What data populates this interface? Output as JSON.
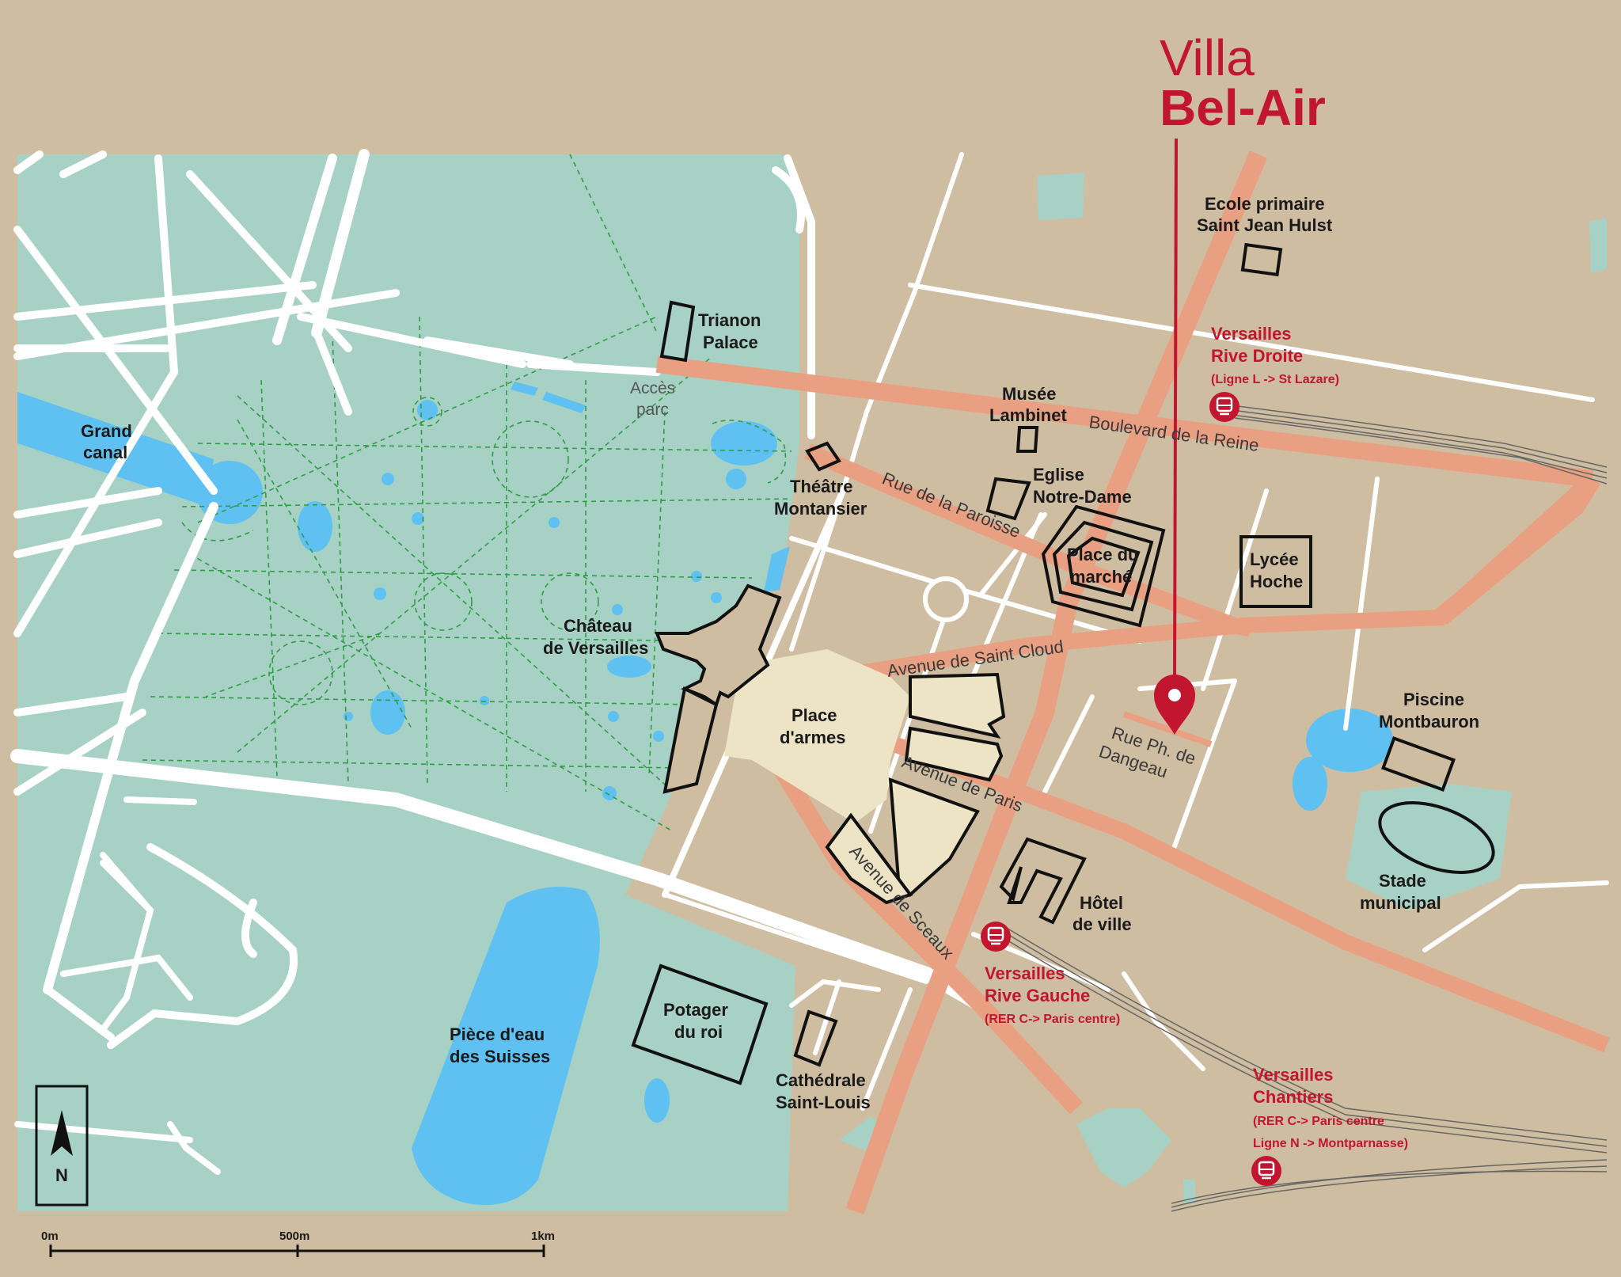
{
  "title": {
    "line1": "Villa",
    "line2": "Bel-Air"
  },
  "places": {
    "grand_canal": [
      "Grand",
      "canal"
    ],
    "trianon_palace": [
      "Trianon",
      "Palace"
    ],
    "acces_parc": [
      "Accès",
      "parc"
    ],
    "theatre_montansier": [
      "Théâtre",
      "Montansier"
    ],
    "musee_lambinet": [
      "Musée",
      "Lambinet"
    ],
    "eglise_notre_dame": [
      "Eglise",
      "Notre-Dame"
    ],
    "place_du_marche": [
      "Place du",
      "marché"
    ],
    "chateau": [
      "Château",
      "de Versailles"
    ],
    "place_darmes": [
      "Place",
      "d'armes"
    ],
    "ecole": [
      "Ecole primaire",
      "Saint Jean Hulst"
    ],
    "lycee_hoche": [
      "Lycée",
      "Hoche"
    ],
    "piscine": [
      "Piscine",
      "Montbauron"
    ],
    "stade": [
      "Stade",
      "municipal"
    ],
    "hotel_de_ville": [
      "Hôtel",
      "de ville"
    ],
    "potager": [
      "Potager",
      "du roi"
    ],
    "piece_eau": [
      "Pièce d'eau",
      "des Suisses"
    ],
    "cathedrale": [
      "Cathédrale",
      "Saint-Louis"
    ]
  },
  "streets": {
    "boulevard_reine": "Boulevard de la Reine",
    "rue_paroisse": "Rue de la Paroisse",
    "avenue_saint_cloud": "Avenue de Saint Cloud",
    "avenue_paris": "Avenue de Paris",
    "avenue_sceaux": "Avenue de Sceaux",
    "rue_dangeau": [
      "Rue Ph. de",
      "Dangeau"
    ]
  },
  "stations": {
    "rive_droite": {
      "name": [
        "Versailles",
        "Rive Droite"
      ],
      "sub": [
        "(Ligne L -> St Lazare)"
      ]
    },
    "rive_gauche": {
      "name": [
        "Versailles",
        "Rive Gauche"
      ],
      "sub": [
        "(RER C-> Paris centre)"
      ]
    },
    "chantiers": {
      "name": [
        "Versailles",
        "Chantiers"
      ],
      "sub": [
        "(RER C-> Paris centre",
        "Ligne N -> Montparnasse)"
      ]
    }
  },
  "compass": {
    "label": "N",
    "icon": "north-arrow-icon"
  },
  "scale": {
    "ticks": [
      "0m",
      "500m",
      "1km"
    ]
  },
  "colors": {
    "background": "#cfbda1",
    "park": "#a7d1c4",
    "water": "#5ec1f2",
    "main_road": "#e9a082",
    "accent": "#c2152e"
  }
}
